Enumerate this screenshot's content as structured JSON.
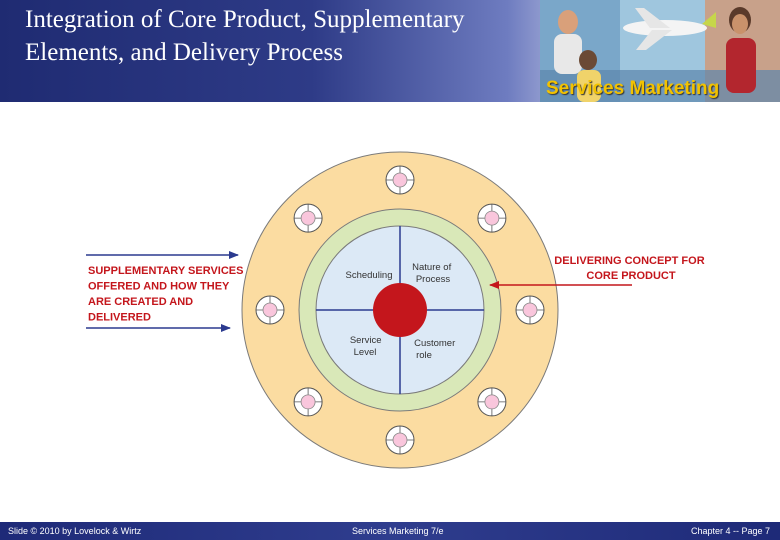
{
  "slide": {
    "title": "Integration of Core Product, Supplementary Elements, and Delivery Process",
    "brand": "Services Marketing"
  },
  "diagram": {
    "left_label": [
      "SUPPLEMENTARY SERVICES",
      "OFFERED AND HOW THEY",
      "ARE CREATED AND",
      "DELIVERED"
    ],
    "right_label": [
      "DELIVERING CONCEPT FOR",
      "CORE PRODUCT"
    ],
    "quadrants": {
      "top_left": [
        "Scheduling"
      ],
      "top_right": [
        "Nature of",
        "Process"
      ],
      "bottom_left": [
        "Service",
        "Level"
      ],
      "bottom_right": [
        "Customer",
        "role"
      ]
    },
    "petal_count": 8,
    "colors": {
      "outer_ring": "#fbdca1",
      "middle_ring": "#d9e8b8",
      "inner_circle": "#dce9f6",
      "core": "#c4161c",
      "petal": "#f9c6dc",
      "arrow_left": "#2b3a8f",
      "arrow_right": "#c4161c",
      "label_text": "#c4161c"
    }
  },
  "footer": {
    "left": "Slide © 2010 by Lovelock & Wirtz",
    "center": "Services Marketing 7/e",
    "right": "Chapter 4 -- Page 7"
  }
}
